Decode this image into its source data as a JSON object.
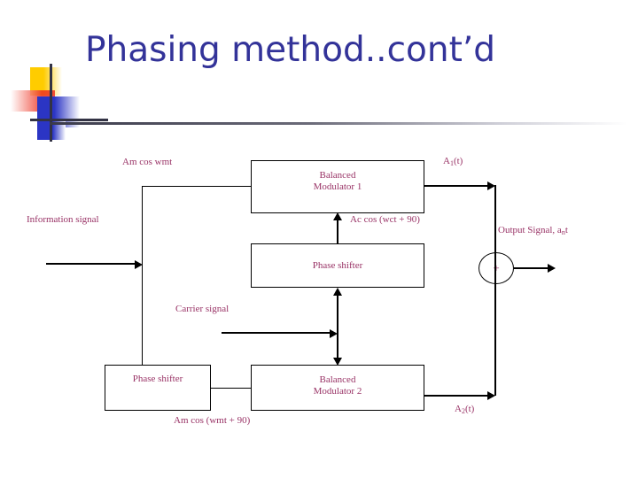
{
  "slide": {
    "title": "Phasing method..cont’d",
    "title_color": "#333399",
    "label_color": "#993366",
    "line_color": "#000000"
  },
  "diagram": {
    "boxes": [
      {
        "id": "balanced-modulator-1",
        "line1": "Balanced",
        "line2": "Modulator 1"
      },
      {
        "id": "phase-shifter-middle",
        "line1": "Phase shifter",
        "line2": ""
      },
      {
        "id": "phase-shifter-bottom",
        "line1": "Phase shifter",
        "line2": ""
      },
      {
        "id": "balanced-modulator-2",
        "line1": "Balanced",
        "line2": "Modulator 2"
      }
    ],
    "labels": {
      "am_cos_wmt": "Am cos wmt",
      "information_signal": "Information signal",
      "carrier_signal": "Carrier signal",
      "ac_cos_wct_90": "Ac cos (wct + 90)",
      "am_cos_wmt_90": "Am cos (wmt + 90)",
      "a1_t_main": "A",
      "a1_t_sub": "1",
      "a1_t_tail": "(t)",
      "a2_t_main": "A",
      "a2_t_sub": "2",
      "a2_t_tail": "(t)",
      "output_signal_main": "Output Signal, a",
      "output_signal_sub": "n",
      "output_signal_tail": "t",
      "summing_node": "+"
    }
  }
}
